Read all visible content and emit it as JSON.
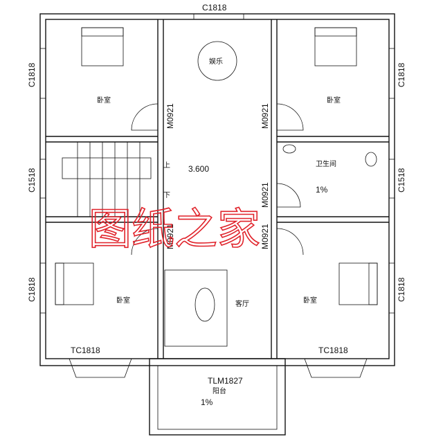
{
  "labels": {
    "top_window": "C1818",
    "left_upper_window": "C1818",
    "left_mid_window": "C1518",
    "left_lower_window": "C1818",
    "right_upper_window": "C1818",
    "right_mid_window": "C1518",
    "right_lower_window": "C1818",
    "door_tl": "M0921",
    "door_tr": "M0921",
    "door_bath": "M0921",
    "door_bl": "M0921",
    "door_br": "M0921",
    "bay_left": "TC1818",
    "bay_right": "TC1818",
    "balcony_door": "TLM1827",
    "elevation": "3.600",
    "bath_slope": "1%",
    "balcony_slope": "1%",
    "stair_up": "上",
    "stair_down": "下"
  },
  "rooms": {
    "bedroom_tl": "卧室",
    "bedroom_tr": "卧室",
    "bedroom_bl": "卧室",
    "bedroom_br": "卧室",
    "entertainment": "娱乐",
    "bathroom": "卫生间",
    "living": "客厅",
    "balcony": "阳台"
  },
  "watermark": "图纸之家"
}
